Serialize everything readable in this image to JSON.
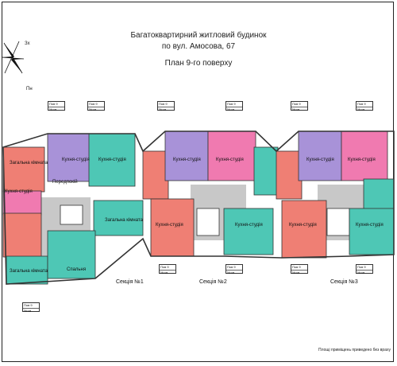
{
  "header": {
    "line1": "Багатоквартирний житловий будинок",
    "line2": "по вул. Амосова, 67",
    "line3": "План 9-го поверху"
  },
  "compass": {
    "north_label": "Пн",
    "west_label": "Зх"
  },
  "sections": [
    {
      "label": "Секція №1"
    },
    {
      "label": "Секція №2"
    },
    {
      "label": "Секція №3"
    }
  ],
  "apartment_tag": {
    "floor_prefix": "Пов",
    "apt_prefix": "№ кв",
    "floor_value": "9"
  },
  "room_labels": {
    "kitchen_studio": "Кухня-студія",
    "hallway": "Передпокій",
    "common_room": "Загальна кімната",
    "bedroom": "Спальня"
  },
  "footer": {
    "note": "Площі приміщень приведено без враху"
  },
  "colors": {
    "pink": "#f07ab0",
    "violet": "#a892d8",
    "teal": "#4ec7b5",
    "salmon": "#ef7f74",
    "corridor": "#bfbfbf",
    "wall": "#333333"
  }
}
